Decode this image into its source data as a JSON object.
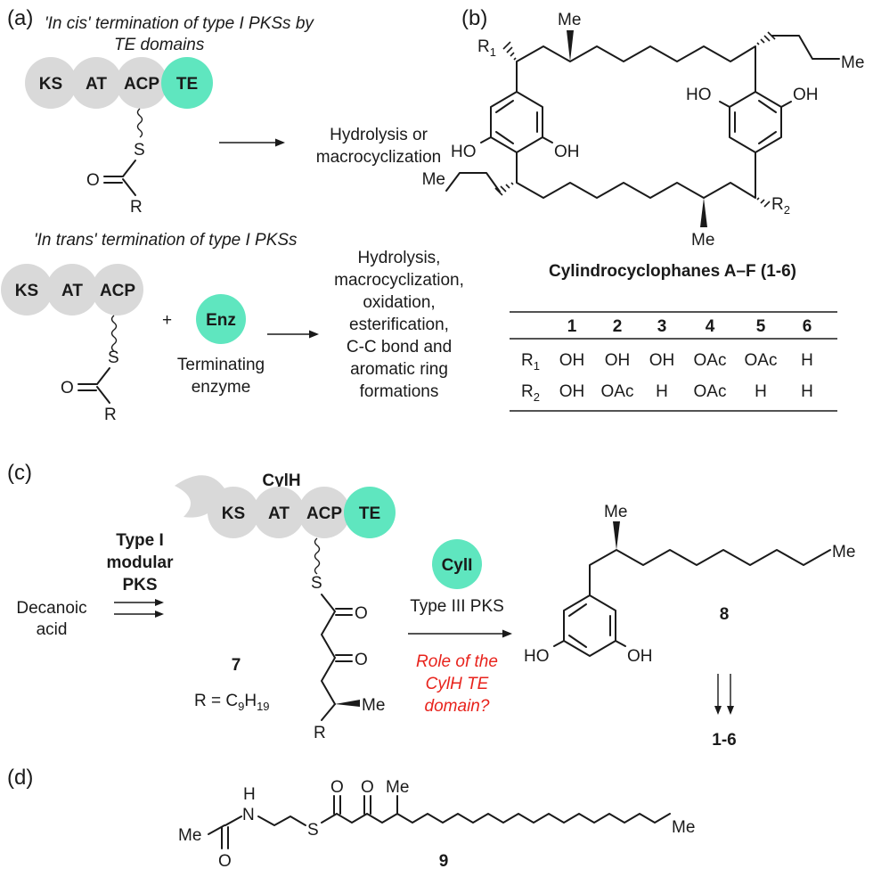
{
  "panels": {
    "a": "(a)",
    "b": "(b)",
    "c": "(c)",
    "d": "(d)"
  },
  "panel_a": {
    "cis_title_1": "'In cis' termination of type I PKSs by",
    "cis_title_2": "TE domains",
    "domains_cis": [
      "KS",
      "AT",
      "ACP",
      "TE"
    ],
    "cis_outcome_1": "Hydrolysis or",
    "cis_outcome_2": "macrocyclization",
    "trans_title": "'In trans' termination of type I PKSs",
    "domains_trans": [
      "KS",
      "AT",
      "ACP"
    ],
    "plus": "+",
    "enzyme": "Enz",
    "enzyme_label_1": "Terminating",
    "enzyme_label_2": "enzyme",
    "trans_outcomes": [
      "Hydrolysis,",
      "macrocyclization,",
      "oxidation,",
      "esterification,",
      "C-C bond and",
      "aromatic ring",
      "formations"
    ],
    "atom_S": "S",
    "atom_O": "O",
    "atom_R": "R"
  },
  "panel_b": {
    "atoms": {
      "me": "Me",
      "ho": "HO",
      "oh": "OH",
      "r1_base": "R",
      "r1_sub": "1",
      "r2_base": "R",
      "r2_sub": "2"
    },
    "caption": "Cylindrocyclophanes A–F (1-6)",
    "table": {
      "columns": [
        "1",
        "2",
        "3",
        "4",
        "5",
        "6"
      ],
      "rows": [
        {
          "label_base": "R",
          "label_sub": "1",
          "cells": [
            "OH",
            "OH",
            "OH",
            "OAc",
            "OAc",
            "H"
          ]
        },
        {
          "label_base": "R",
          "label_sub": "2",
          "cells": [
            "OH",
            "OAc",
            "H",
            "OAc",
            "H",
            "H"
          ]
        }
      ]
    }
  },
  "panel_c": {
    "enzyme_name": "CylH",
    "domains": [
      "KS",
      "AT",
      "ACP",
      "TE"
    ],
    "start_1": "Decanoic",
    "start_2": "acid",
    "step_1": "Type I",
    "step_2": "modular",
    "step_3": "PKS",
    "cyli": "CylI",
    "cyli_label": "Type III PKS",
    "question_1": "Role of the",
    "question_2": "CylH TE",
    "question_3": "domain?",
    "compound_7": "7",
    "r_def_base": "R = C",
    "r_def_sub1": "9",
    "r_def_mid": "H",
    "r_def_sub2": "19",
    "compound_8": "8",
    "products": "1-6",
    "atoms": {
      "S": "S",
      "O": "O",
      "R": "R",
      "me": "Me",
      "ho": "HO",
      "oh": "OH"
    }
  },
  "panel_d": {
    "compound_9": "9",
    "atoms": {
      "me": "Me",
      "n": "N",
      "h": "H",
      "o": "O",
      "s": "S"
    }
  }
}
